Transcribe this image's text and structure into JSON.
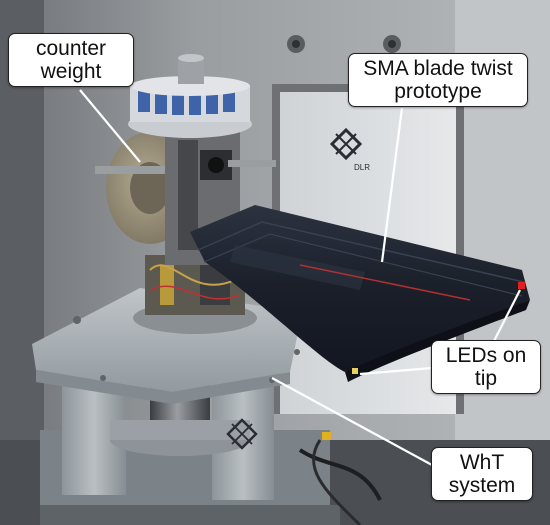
{
  "labels": {
    "counter_weight": [
      "counter",
      "weight"
    ],
    "sma_blade": [
      "SMA blade twist",
      "prototype"
    ],
    "leds_tip": [
      "LEDs on",
      "tip"
    ],
    "wht_system": [
      "WhT",
      "system"
    ]
  },
  "marks": {
    "door_logo_text": "DLR"
  },
  "colors": {
    "room_wall": "#8c8f92",
    "door": "#d9dcde",
    "blade": "#1f2530",
    "base_platform": "#a7aeb3",
    "sensor_ring": "#3e63a8",
    "led_red": "#e0201e"
  },
  "icons": [
    "dlr-logo-icon",
    "dlr-logo-base-icon"
  ]
}
